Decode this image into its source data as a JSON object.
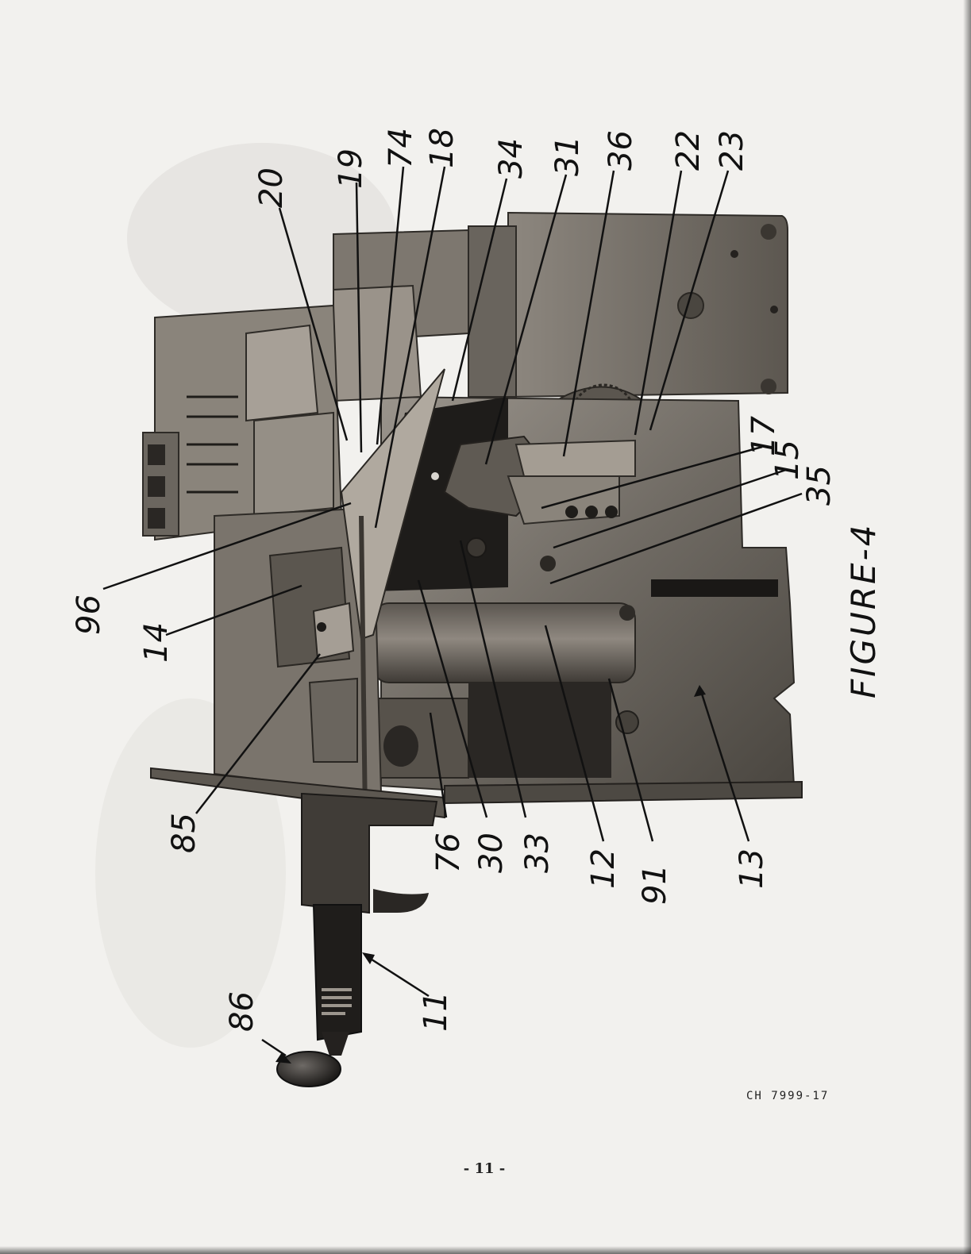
{
  "figure": {
    "title": "FIGURE-4",
    "callouts": [
      "20",
      "19",
      "74",
      "18",
      "34",
      "31",
      "36",
      "22",
      "23",
      "17",
      "15",
      "35",
      "96",
      "14",
      "85",
      "76",
      "30",
      "33",
      "12",
      "91",
      "13",
      "86",
      "11"
    ]
  },
  "footer": {
    "reference": "CH 7999-17",
    "page_number": "- 11 -"
  }
}
